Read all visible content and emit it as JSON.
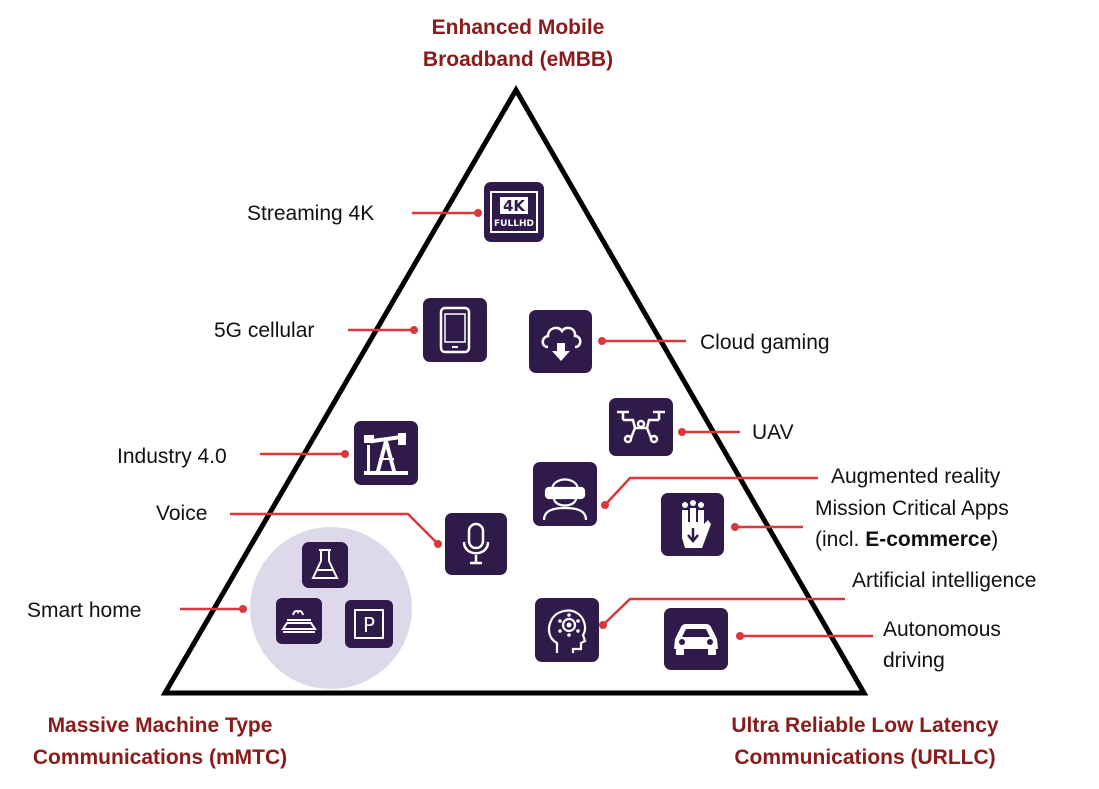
{
  "corners": {
    "top": {
      "line1": "Enhanced Mobile",
      "line2": "Broadband (eMBB)"
    },
    "bottom_left": {
      "line1": "Massive Machine Type",
      "line2": "Communications (mMTC)"
    },
    "bottom_right": {
      "line1": "Ultra Reliable Low Latency",
      "line2": "Communications (URLLC)"
    }
  },
  "labels": {
    "streaming": "Streaming 4K",
    "cellular": "5G cellular",
    "cloud_gaming": "Cloud gaming",
    "uav": "UAV",
    "industry": "Industry 4.0",
    "voice": "Voice",
    "ar": "Augmented reality",
    "mission_line1": "Mission Critical Apps",
    "mission_line2_prefix": "(incl. ",
    "mission_line2_bold": "E-commerce",
    "mission_line2_suffix": ")",
    "smart_home": "Smart home",
    "ai": "Artificial intelligence",
    "autonomous_line1": "Autonomous",
    "autonomous_line2": "driving"
  },
  "icons": {
    "fourk_big": "4K",
    "fourk_small": "FULLHD",
    "parking": "P"
  },
  "colors": {
    "corner_text": "#8b1a1a",
    "tile": "#2f1a4a",
    "connector": "#d9383b",
    "circle": "#ddd9ea"
  }
}
